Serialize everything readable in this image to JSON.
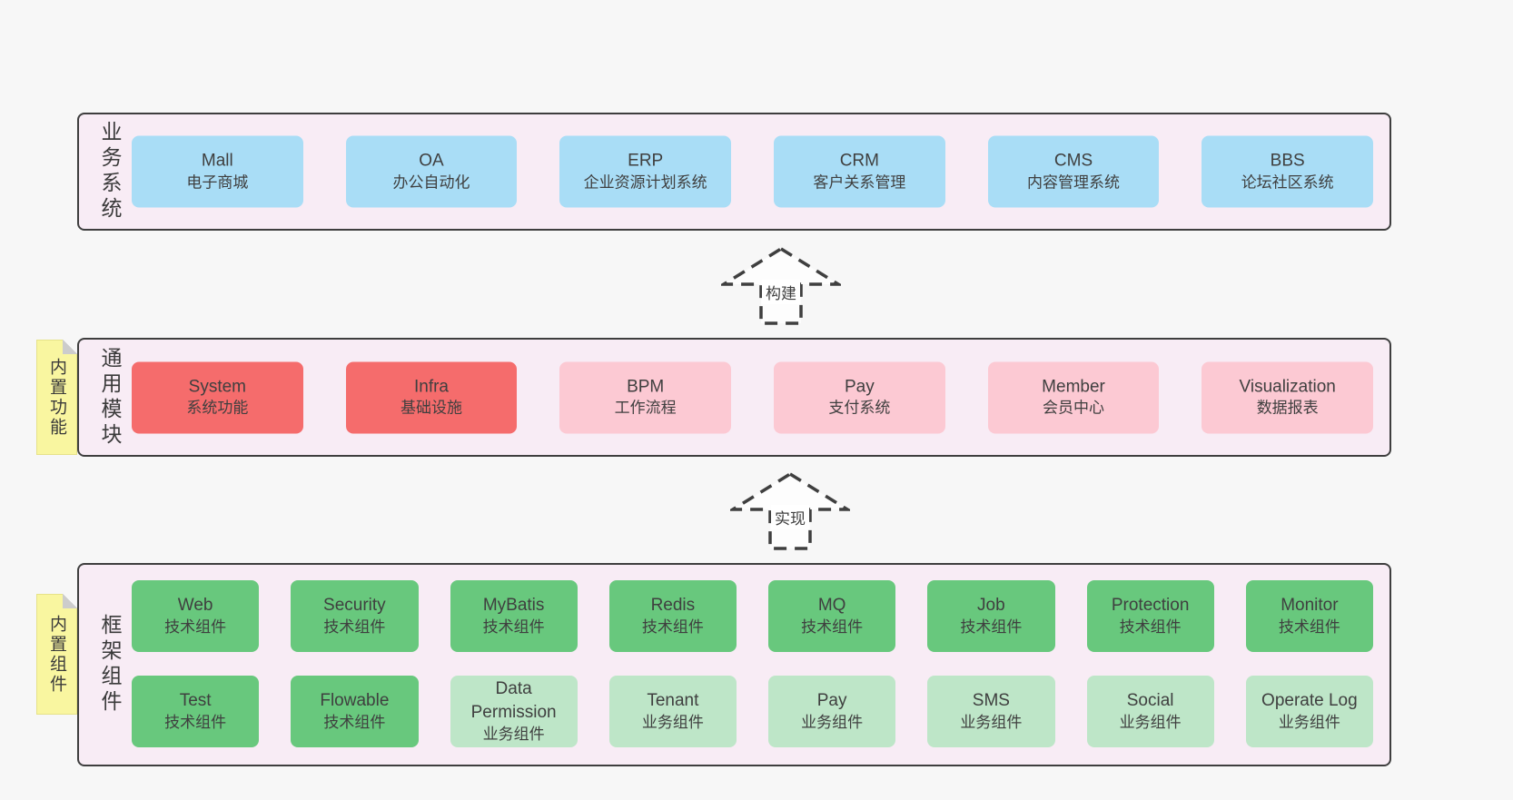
{
  "colors": {
    "page_bg": "#f7f7f7",
    "section_bg": "#f8ecf5",
    "section_border": "#3e3e3e",
    "business_box": "#a9ddf6",
    "module_core_box": "#f56c6c",
    "module_box": "#fcc9d3",
    "tech_component_box": "#68c87d",
    "biz_component_box": "#bee6c8",
    "note_bg": "#f9f6a0",
    "text": "#3f3f3f"
  },
  "sections": {
    "business": {
      "label": "业务系统",
      "boxes": [
        {
          "title": "Mall",
          "subtitle": "电子商城"
        },
        {
          "title": "OA",
          "subtitle": "办公自动化"
        },
        {
          "title": "ERP",
          "subtitle": "企业资源计划系统"
        },
        {
          "title": "CRM",
          "subtitle": "客户关系管理"
        },
        {
          "title": "CMS",
          "subtitle": "内容管理系统"
        },
        {
          "title": "BBS",
          "subtitle": "论坛社区系统"
        }
      ]
    },
    "modules": {
      "label": "通用模块",
      "note": "内置功能",
      "boxes": [
        {
          "title": "System",
          "subtitle": "系统功能"
        },
        {
          "title": "Infra",
          "subtitle": "基础设施"
        },
        {
          "title": "BPM",
          "subtitle": "工作流程"
        },
        {
          "title": "Pay",
          "subtitle": "支付系统"
        },
        {
          "title": "Member",
          "subtitle": "会员中心"
        },
        {
          "title": "Visualization",
          "subtitle": "数据报表"
        }
      ]
    },
    "components": {
      "label": "框架组件",
      "note": "内置组件",
      "rows": [
        [
          {
            "title": "Web",
            "subtitle": "技术组件"
          },
          {
            "title": "Security",
            "subtitle": "技术组件"
          },
          {
            "title": "MyBatis",
            "subtitle": "技术组件"
          },
          {
            "title": "Redis",
            "subtitle": "技术组件"
          },
          {
            "title": "MQ",
            "subtitle": "技术组件"
          },
          {
            "title": "Job",
            "subtitle": "技术组件"
          },
          {
            "title": "Protection",
            "subtitle": "技术组件"
          },
          {
            "title": "Monitor",
            "subtitle": "技术组件"
          }
        ],
        [
          {
            "title": "Test",
            "subtitle": "技术组件"
          },
          {
            "title": "Flowable",
            "subtitle": "技术组件"
          },
          {
            "title": "Data Permission",
            "subtitle": "业务组件"
          },
          {
            "title": "Tenant",
            "subtitle": "业务组件"
          },
          {
            "title": "Pay",
            "subtitle": "业务组件"
          },
          {
            "title": "SMS",
            "subtitle": "业务组件"
          },
          {
            "title": "Social",
            "subtitle": "业务组件"
          },
          {
            "title": "Operate Log",
            "subtitle": "业务组件"
          }
        ]
      ]
    }
  },
  "arrows": {
    "build": "构建",
    "implement": "实现"
  }
}
